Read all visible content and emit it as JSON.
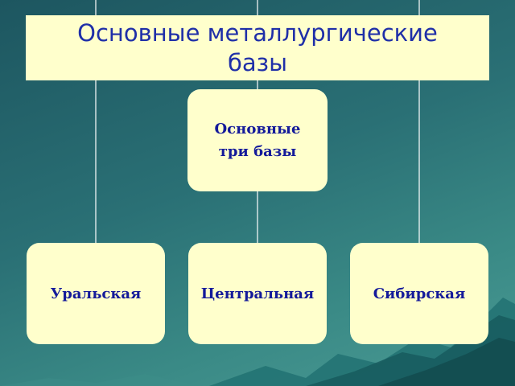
{
  "title": "Основные металлургические базы",
  "root": {
    "label": "Основные три базы"
  },
  "children": [
    {
      "label": "Уральская"
    },
    {
      "label": "Центральная"
    },
    {
      "label": "Сибирская"
    }
  ],
  "colors": {
    "background": "#2a7075",
    "box_fill": "#ffffcc",
    "title_text": "#1f2fa8",
    "node_text": "#141a9a",
    "connector": "#ffffff"
  }
}
